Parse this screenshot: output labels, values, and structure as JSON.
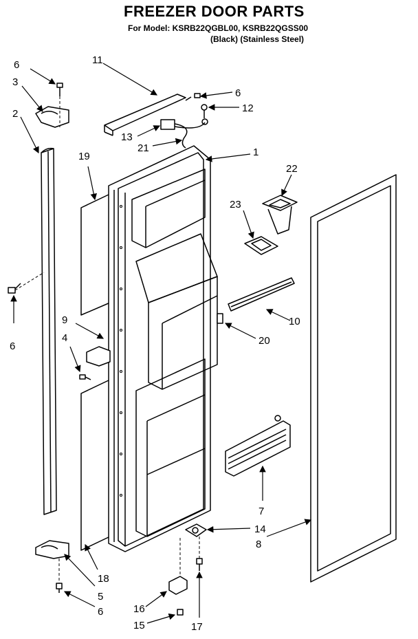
{
  "header": {
    "title": "FREEZER DOOR PARTS",
    "model_line": "For Model: KSRB22QGBL00, KSRB22QGSS00",
    "variant_line": "(Black)  (Stainless Steel)"
  },
  "callouts": {
    "c6a": "6",
    "c3": "3",
    "c2": "2",
    "c11": "11",
    "c6b": "6",
    "c12": "12",
    "c13": "13",
    "c21": "21",
    "c19": "19",
    "c1": "1",
    "c22": "22",
    "c23": "23",
    "c6c": "6",
    "c10": "10",
    "c9": "9",
    "c4": "4",
    "c20": "20",
    "c7": "7",
    "c14": "14",
    "c8": "8",
    "c18": "18",
    "c5": "5",
    "c6d": "6",
    "c16": "16",
    "c15": "15",
    "c17": "17"
  }
}
